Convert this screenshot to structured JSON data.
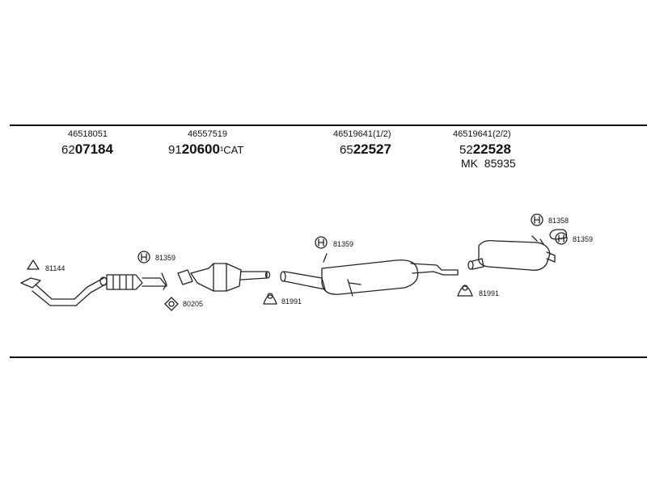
{
  "groups": [
    {
      "oe": "46518051",
      "prefix": "62",
      "main": "07184",
      "suffix": ""
    },
    {
      "oe": "46557519",
      "prefix": "91",
      "main": "20600",
      "suffix": "¹CAT"
    },
    {
      "oe": "46519641(1/2)",
      "prefix": "65",
      "main": "22527",
      "suffix": ""
    },
    {
      "oe": "46519641(2/2)",
      "prefix": "52",
      "main": "22528",
      "suffix": ""
    }
  ],
  "mounting_kit": "MK  85935",
  "fittings": {
    "gasket_front": "81144",
    "clamp_front": "81359",
    "gasket_cat": "80205",
    "clamp_bracket_1": "81991",
    "clamp_middle": "81359",
    "clamp_rear_1": "81358",
    "clamp_rear_2": "81359",
    "clamp_bracket_2": "81991"
  }
}
